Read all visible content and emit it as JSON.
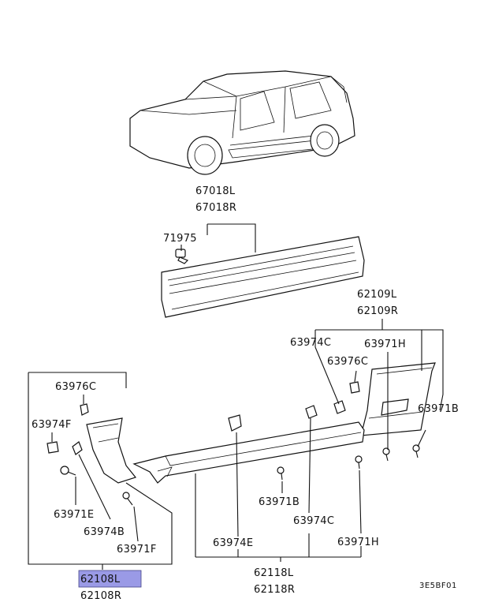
{
  "diagram_code": "3E5BF01",
  "highlight_color": "#9a9ae6",
  "labels": {
    "moulding_l": "67018L",
    "moulding_r": "67018R",
    "clip_71975": "71975",
    "rear_l": "62109L",
    "rear_r": "62109R",
    "c63974c_top": "63974C",
    "c63971h_top": "63971H",
    "c63976c_right": "63976C",
    "c63971b_right": "63971B",
    "c63976c_left": "63976C",
    "c63974f": "63974F",
    "c63971e": "63971E",
    "c63974b": "63974B",
    "c63971f": "63971F",
    "front_l": "62108L",
    "front_r": "62108R",
    "c63971b_bottom": "63971B",
    "c63974c_bottom": "63974C",
    "c63974e": "63974E",
    "c63971h_bottom": "63971H",
    "sill_l": "62118L",
    "sill_r": "62118R"
  }
}
